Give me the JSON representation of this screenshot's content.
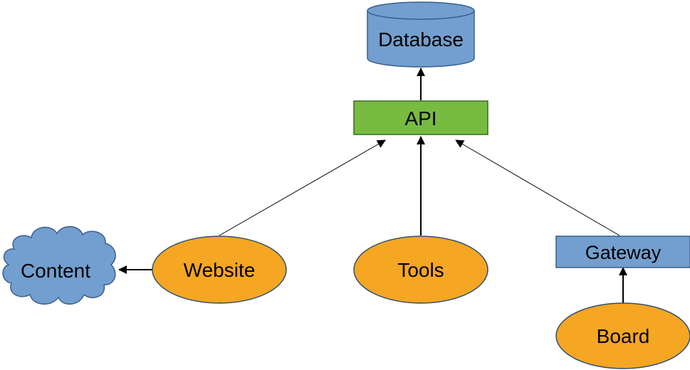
{
  "diagram": {
    "nodes": {
      "database": {
        "label": "Database",
        "shape": "cylinder",
        "color": "#729fcf"
      },
      "api": {
        "label": "API",
        "shape": "rectangle",
        "color": "#77bc41"
      },
      "content": {
        "label": "Content",
        "shape": "cloud",
        "color": "#729fcf"
      },
      "website": {
        "label": "Website",
        "shape": "ellipse",
        "color": "#f5a623"
      },
      "tools": {
        "label": "Tools",
        "shape": "ellipse",
        "color": "#f5a623"
      },
      "gateway": {
        "label": "Gateway",
        "shape": "rectangle",
        "color": "#729fcf"
      },
      "board": {
        "label": "Board",
        "shape": "ellipse",
        "color": "#f5a623"
      }
    },
    "edges": [
      {
        "from": "api",
        "to": "database"
      },
      {
        "from": "website",
        "to": "api"
      },
      {
        "from": "tools",
        "to": "api"
      },
      {
        "from": "gateway",
        "to": "api"
      },
      {
        "from": "website",
        "to": "content"
      },
      {
        "from": "board",
        "to": "gateway"
      }
    ]
  }
}
